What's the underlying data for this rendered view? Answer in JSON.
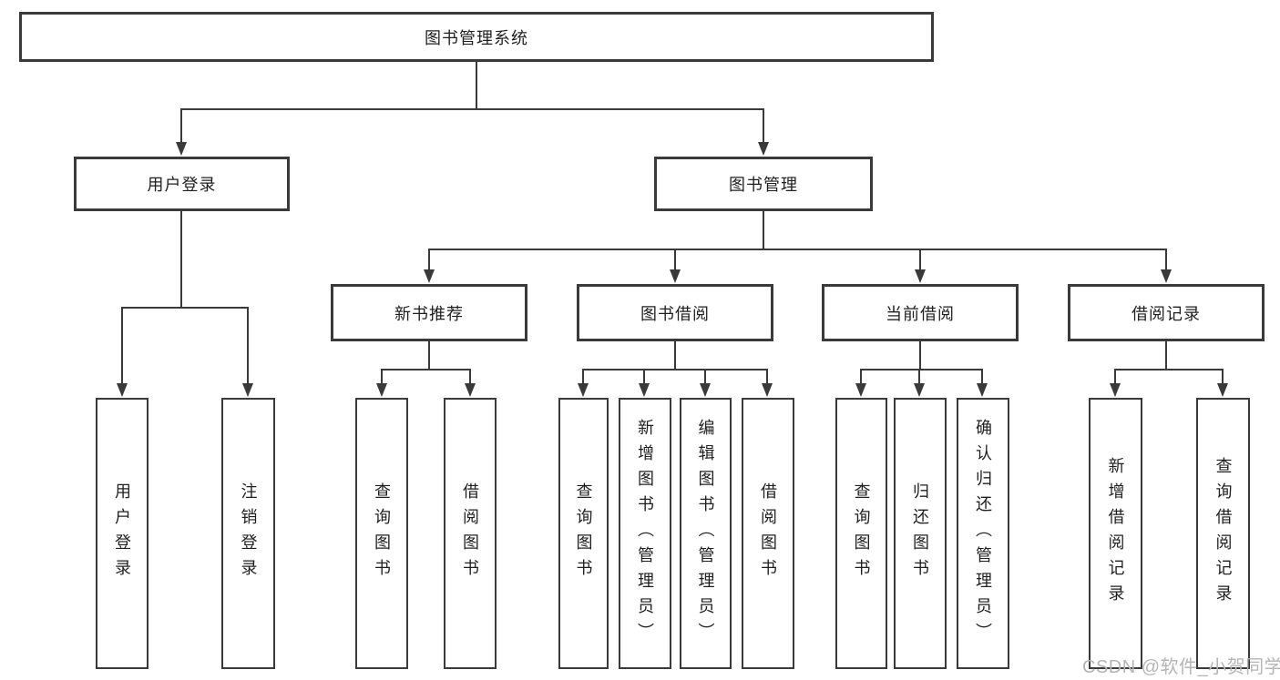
{
  "colors": {
    "line": "#3a3a3a",
    "text": "#1f1f1f",
    "watermark": "#b5b5b5",
    "background": "#ffffff"
  },
  "watermark": "CSDN @软件_小贺同学",
  "tree": {
    "root": "图书管理系统",
    "branches": [
      {
        "label": "用户登录",
        "children": [
          "用户登录",
          "注销登录"
        ]
      },
      {
        "label": "图书管理",
        "children": [
          {
            "label": "新书推荐",
            "children": [
              "查询图书",
              "借阅图书"
            ]
          },
          {
            "label": "图书借阅",
            "children": [
              "查询图书",
              "新增图书（管理员）",
              "编辑图书（管理员）",
              "借阅图书"
            ]
          },
          {
            "label": "当前借阅",
            "children": [
              "查询图书",
              "归还图书",
              "确认归还（管理员）"
            ]
          },
          {
            "label": "借阅记录",
            "children": [
              "新增借阅记录",
              "查询借阅记录"
            ]
          }
        ]
      }
    ]
  }
}
